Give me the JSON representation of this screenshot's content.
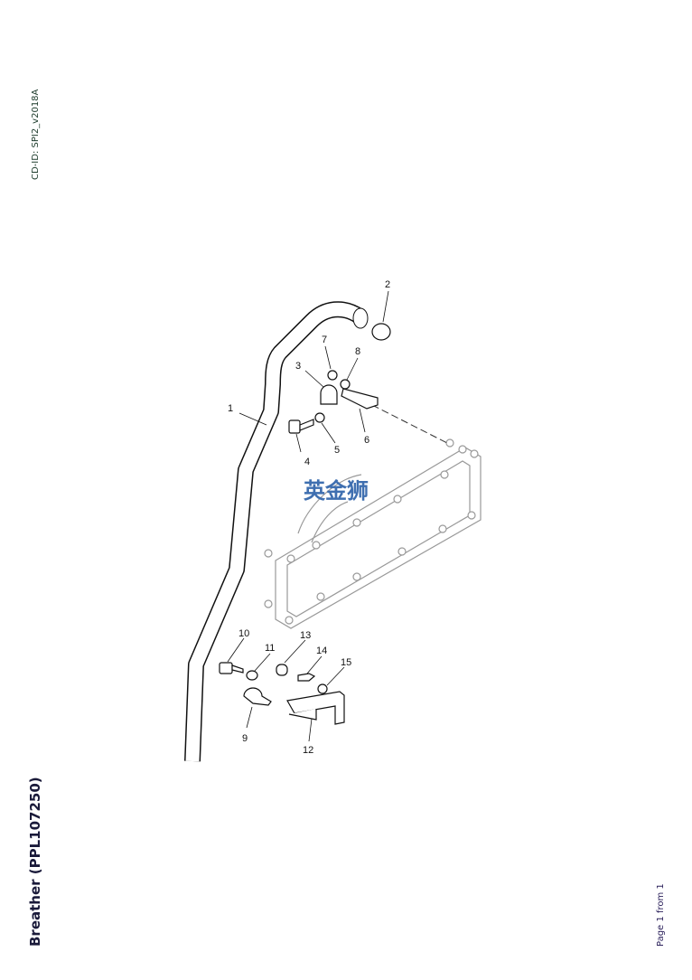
{
  "cd_id": "CD-ID: SPI2_v2018A",
  "title": "Breather (PPL107250)",
  "page_label": "Page 1 from 1",
  "watermark": "英金狮",
  "callouts": [
    "1",
    "2",
    "3",
    "4",
    "5",
    "6",
    "7",
    "8",
    "9",
    "10",
    "11",
    "12",
    "13",
    "14",
    "15"
  ],
  "colors": {
    "watermark": "#3f6fb0",
    "title": "#1a1a3a"
  }
}
